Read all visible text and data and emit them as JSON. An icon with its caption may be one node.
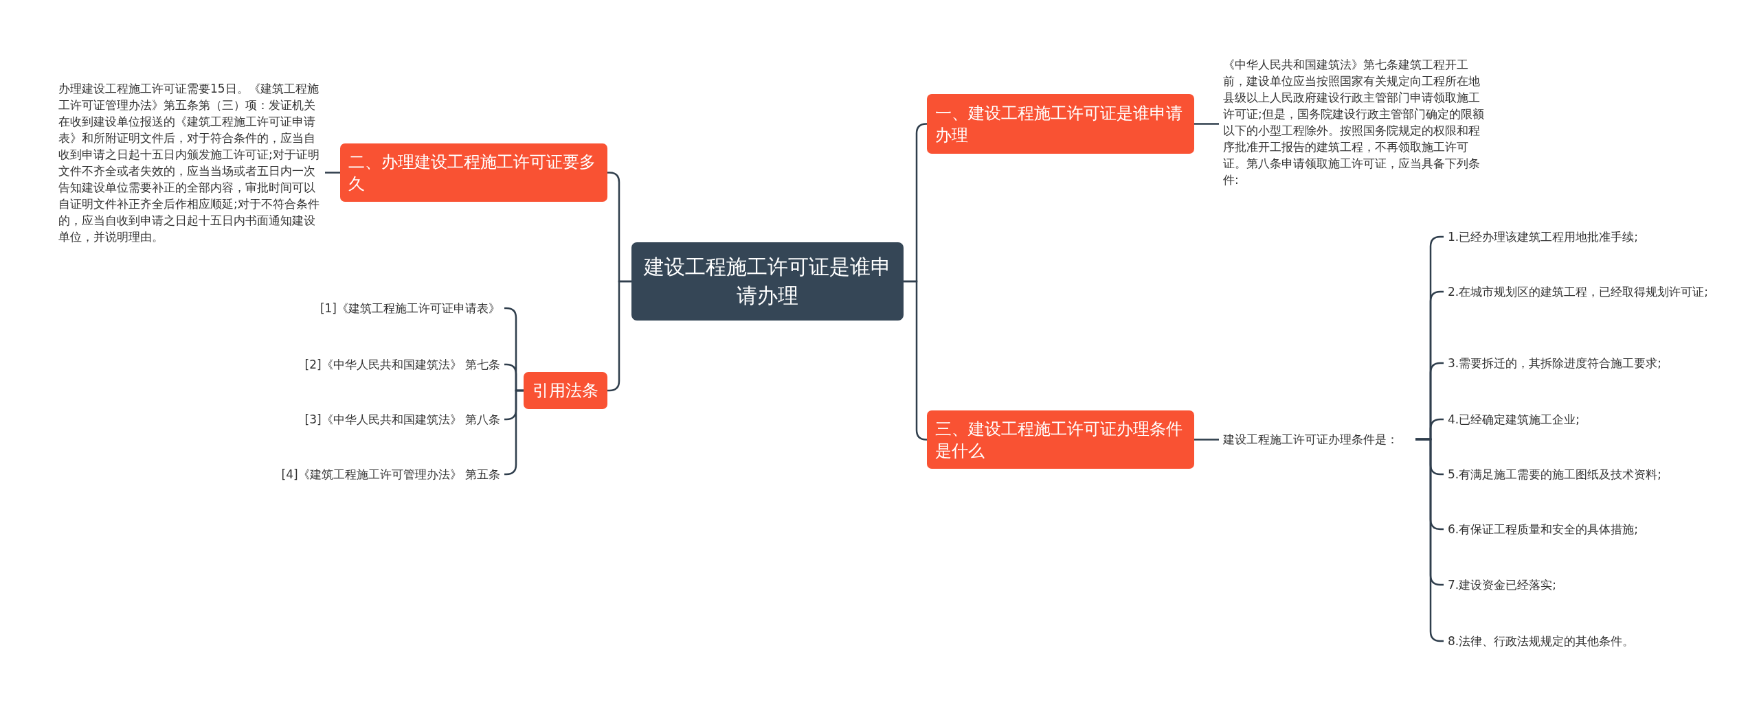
{
  "diagram": {
    "nodes": [
      {
        "text": [
          "建设工程施工许可证是谁申请办理"
        ]
      },
      {
        "text": [
          "一、建设工程施工许可证是谁申请办理"
        ]
      },
      {
        "text": [
          "《中华人民共和国建筑法》第七条建筑工程开工前，建设单位应当按照国家有关规定向工程所在地县级以上人民政府建设行政主管部门申请领取施工许可证;但是，国务院建设行政主管部门确定的限额以下的小型工程除外。按照国务院规定的权限和程序批准开工报告的建筑工程，不再领取施工许可证。第八条申请领取施工许可证，应当具备下列条件:"
        ]
      },
      {
        "text": [
          "三、建设工程施工许可证办理条件是什么"
        ]
      },
      {
        "text": [
          "建设工程施工许可证办理条件是："
        ]
      },
      {
        "text": [
          "1.已经办理该建筑工程用地批准手续;"
        ]
      },
      {
        "text": [
          "2.在城市规划区的建筑工程，已经取得规划许可证;"
        ]
      },
      {
        "text": [
          "3.需要拆迁的，其拆除进度符合施工要求;"
        ]
      },
      {
        "text": [
          "4.已经确定建筑施工企业;"
        ]
      },
      {
        "text": [
          "5.有满足施工需要的施工图纸及技术资料;"
        ]
      },
      {
        "text": [
          "6.有保证工程质量和安全的具体措施;"
        ]
      },
      {
        "text": [
          "7.建设资金已经落实;"
        ]
      },
      {
        "text": [
          "8.法律、行政法规规定的其他条件。"
        ]
      },
      {
        "text": [
          "二、办理建设工程施工许可证要多久"
        ]
      },
      {
        "text": [
          "办理建设工程施工许可证需要15日。《建筑工程施工许可证管理办法》第五条第（三）项：发证机关在收到建设单位报送的《建筑工程施工许可证申请表》和所附证明文件后，对于符合条件的，应当自收到申请之日起十五日内颁发施工许可证;对于证明文件不齐全或者失效的，应当当场或者五日内一次告知建设单位需要补正的全部内容，审批时间可以自证明文件补正齐全后作相应顺延;对于不符合条件的，应当自收到申请之日起十五日内书面通知建设单位，并说明理由。"
        ]
      },
      {
        "text": [
          "引用法条"
        ]
      },
      {
        "text": [
          "[1]《建筑工程施工许可证申请表》"
        ]
      },
      {
        "text": [
          "[2]《中华人民共和国建筑法》 第七条"
        ]
      },
      {
        "text": [
          "[3]《中华人民共和国建筑法》 第八条"
        ]
      },
      {
        "text": [
          "[4]《建筑工程施工许可管理办法》 第五条"
        ]
      }
    ],
    "edges": [
      {
        "from": 0,
        "to": 1,
        "arrow": "none"
      },
      {
        "from": 0,
        "to": 3,
        "arrow": "none"
      },
      {
        "from": 0,
        "to": 13,
        "arrow": "none"
      },
      {
        "from": 0,
        "to": 15,
        "arrow": "none"
      },
      {
        "from": 1,
        "to": 2,
        "arrow": "none"
      },
      {
        "from": 3,
        "to": 4,
        "arrow": "none"
      },
      {
        "from": 4,
        "to": 5,
        "arrow": "none"
      },
      {
        "from": 4,
        "to": 6,
        "arrow": "none"
      },
      {
        "from": 4,
        "to": 7,
        "arrow": "none"
      },
      {
        "from": 4,
        "to": 8,
        "arrow": "none"
      },
      {
        "from": 4,
        "to": 9,
        "arrow": "none"
      },
      {
        "from": 4,
        "to": 10,
        "arrow": "none"
      },
      {
        "from": 4,
        "to": 11,
        "arrow": "none"
      },
      {
        "from": 4,
        "to": 12,
        "arrow": "none"
      },
      {
        "from": 13,
        "to": 14,
        "arrow": "none"
      },
      {
        "from": 15,
        "to": 16,
        "arrow": "none"
      },
      {
        "from": 15,
        "to": 17,
        "arrow": "none"
      },
      {
        "from": 15,
        "to": 18,
        "arrow": "none"
      },
      {
        "from": 15,
        "to": 19,
        "arrow": "none"
      }
    ]
  }
}
